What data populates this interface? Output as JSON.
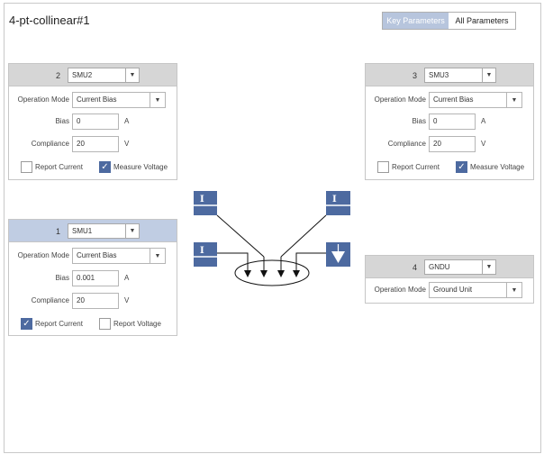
{
  "title": "4-pt-collinear#1",
  "toggle": {
    "key_params": "Key Parameters",
    "all_params": "All Parameters"
  },
  "smu2": {
    "number": "2",
    "device": "SMU2",
    "op_mode_label": "Operation Mode",
    "op_mode": "Current Bias",
    "bias_label": "Bias",
    "bias": "0",
    "bias_unit": "A",
    "compliance_label": "Compliance",
    "compliance": "20",
    "compliance_unit": "V",
    "report_label": "Report Current",
    "report_checked": false,
    "measure_label": "Measure Voltage",
    "measure_checked": true
  },
  "smu3": {
    "number": "3",
    "device": "SMU3",
    "op_mode_label": "Operation Mode",
    "op_mode": "Current Bias",
    "bias_label": "Bias",
    "bias": "0",
    "bias_unit": "A",
    "compliance_label": "Compliance",
    "compliance": "20",
    "compliance_unit": "V",
    "report_label": "Report Current",
    "report_checked": false,
    "measure_label": "Measure Voltage",
    "measure_checked": true
  },
  "smu1": {
    "number": "1",
    "device": "SMU1",
    "op_mode_label": "Operation Mode",
    "op_mode": "Current Bias",
    "bias_label": "Bias",
    "bias": "0.001",
    "bias_unit": "A",
    "compliance_label": "Compliance",
    "compliance": "20",
    "compliance_unit": "V",
    "report_label": "Report Current",
    "report_checked": true,
    "measure_label": "Report Voltage",
    "measure_checked": false
  },
  "gndu": {
    "number": "4",
    "device": "GNDU",
    "op_mode_label": "Operation Mode",
    "op_mode": "Ground Unit"
  },
  "diagram": {
    "source_glyph": "I",
    "accent": "#4d6aa0"
  }
}
